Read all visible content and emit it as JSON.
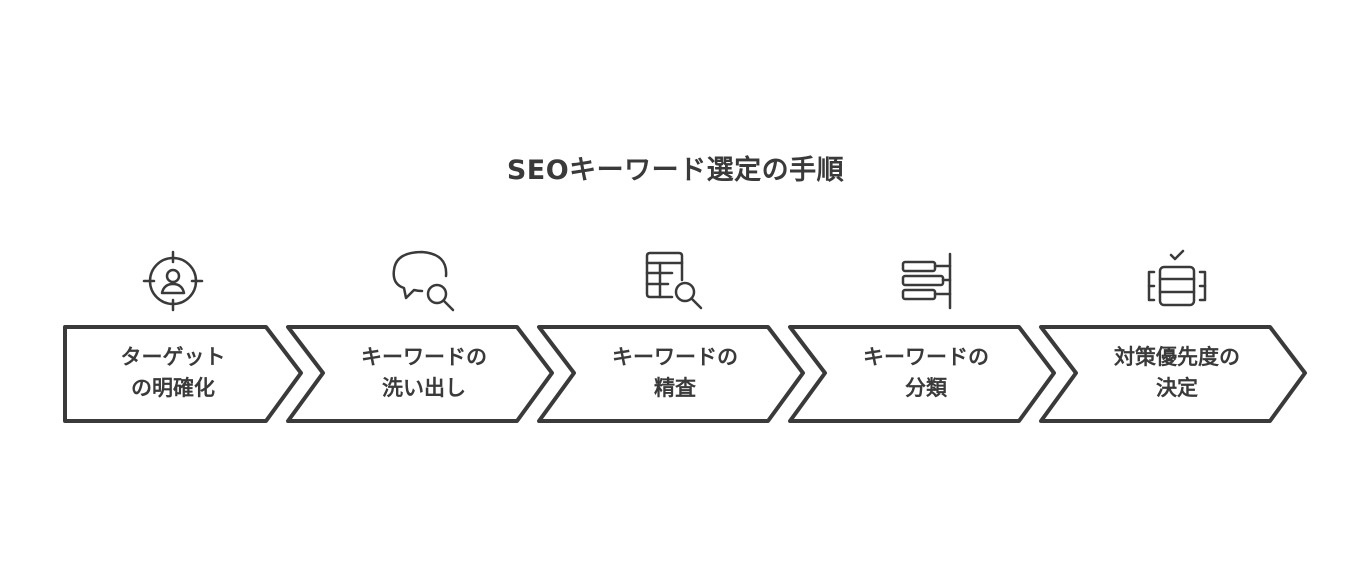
{
  "title": "SEOキーワード選定の手順",
  "steps": [
    {
      "label": "ターゲット\nの明確化",
      "icon": "target-user-icon"
    },
    {
      "label": "キーワードの\n洗い出し",
      "icon": "speech-bubble-search-icon"
    },
    {
      "label": "キーワードの\n精査",
      "icon": "table-search-icon"
    },
    {
      "label": "キーワードの\n分類",
      "icon": "hierarchy-bars-icon"
    },
    {
      "label": "対策優先度の\n決定",
      "icon": "priority-stack-icon"
    }
  ],
  "colors": {
    "stroke": "#3a3a3a",
    "text": "#3a3a3a",
    "background": "#ffffff"
  }
}
